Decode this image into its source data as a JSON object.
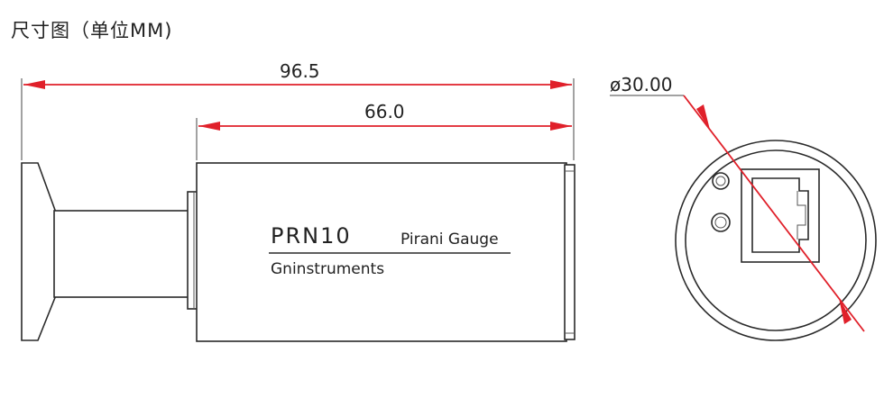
{
  "title": "尺寸图（单位MM)",
  "dimensions": {
    "total_length": "96.5",
    "body_length": "66.0",
    "diameter": "ø30.00"
  },
  "label": {
    "model": "PRN10",
    "type": "Pirani Gauge",
    "brand": "Gninstruments"
  },
  "colors": {
    "dimension": "#e0202a",
    "outline": "#2a2a2a"
  }
}
